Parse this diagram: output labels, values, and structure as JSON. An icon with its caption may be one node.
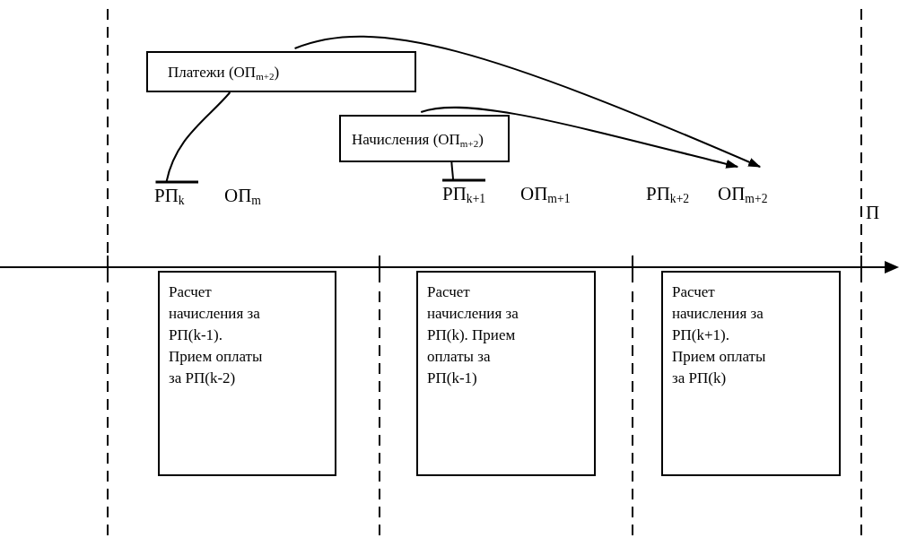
{
  "diagram": {
    "nodes": [
      {
        "text": [
          "Платежи (ОП$_{m+2}$)"
        ]
      },
      {
        "text": [
          "Начисления (ОП$_{m+2}$)"
        ]
      },
      {
        "text": [
          "РП$_{k}$"
        ]
      },
      {
        "text": [
          "РП$_{k+1}$"
        ]
      },
      {
        "text": [
          "ОП$_{m+2}$"
        ]
      },
      {
        "text": [
          "Расчет начисления за РП(k-1). Прием оплаты за РП(k-2)"
        ]
      },
      {
        "text": [
          "Расчет начисления за РП(k). Прием оплаты за РП(k-1)"
        ]
      },
      {
        "text": [
          "Расчет начисления за РП(k+1). Прием оплаты за РП(k)"
        ]
      }
    ],
    "edges": [
      {
        "from": 2,
        "to": 0,
        "arrow": "other"
      },
      {
        "from": 0,
        "to": 4,
        "arrow": "to"
      },
      {
        "from": 3,
        "to": 1,
        "arrow": "other"
      },
      {
        "from": 1,
        "to": 4,
        "arrow": "to"
      }
    ],
    "labels": [
      "ОП$_{m}$",
      "ОП$_{m+1}$",
      "РП$_{k+2}$",
      "П"
    ]
  }
}
